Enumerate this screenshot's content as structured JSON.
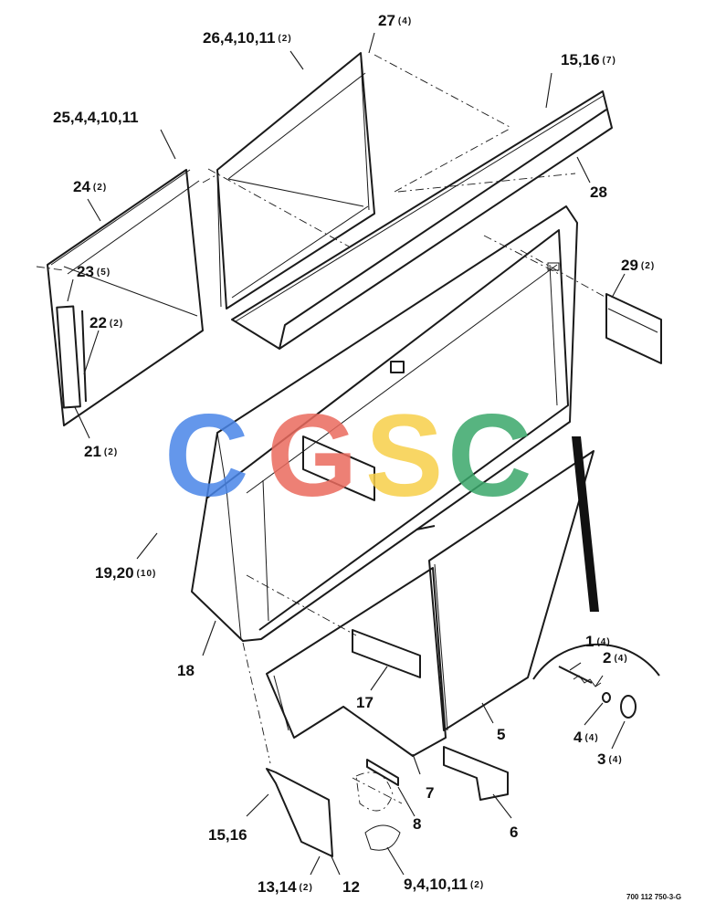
{
  "callouts": {
    "c27": {
      "num": "27",
      "qty": "(4)"
    },
    "c26": {
      "num": "26,4,10,11",
      "qty": "(2)"
    },
    "c15a": {
      "num": "15,16",
      "qty": "(7)"
    },
    "c25": {
      "num": "25,4,4,10,11",
      "qty": ""
    },
    "c28": {
      "num": "28",
      "qty": ""
    },
    "c24": {
      "num": "24",
      "qty": "(2)"
    },
    "c23": {
      "num": "23",
      "qty": "(5)"
    },
    "c29": {
      "num": "29",
      "qty": "(2)"
    },
    "c22": {
      "num": "22",
      "qty": "(2)"
    },
    "c21": {
      "num": "21",
      "qty": "(2)"
    },
    "c19": {
      "num": "19,20",
      "qty": "(10)"
    },
    "c18": {
      "num": "18",
      "qty": ""
    },
    "c17": {
      "num": "17",
      "qty": ""
    },
    "c1": {
      "num": "1",
      "qty": "(4)"
    },
    "c2": {
      "num": "2",
      "qty": "(4)"
    },
    "c4": {
      "num": "4",
      "qty": "(4)"
    },
    "c3": {
      "num": "3",
      "qty": "(4)"
    },
    "c5": {
      "num": "5",
      "qty": ""
    },
    "c7": {
      "num": "7",
      "qty": ""
    },
    "c8": {
      "num": "8",
      "qty": ""
    },
    "c6": {
      "num": "6",
      "qty": ""
    },
    "c15b": {
      "num": "15,16",
      "qty": ""
    },
    "c13": {
      "num": "13,14",
      "qty": "(2)"
    },
    "c12": {
      "num": "12",
      "qty": ""
    },
    "c9": {
      "num": "9,4,10,11",
      "qty": "(2)"
    }
  },
  "drawing_number": "700 112 750-3-G",
  "watermark": {
    "letters": [
      "C",
      "G",
      "S",
      "C"
    ],
    "colors": [
      "#4a86e8",
      "#ea6a5e",
      "#f7cf4a",
      "#3aa86b"
    ]
  }
}
